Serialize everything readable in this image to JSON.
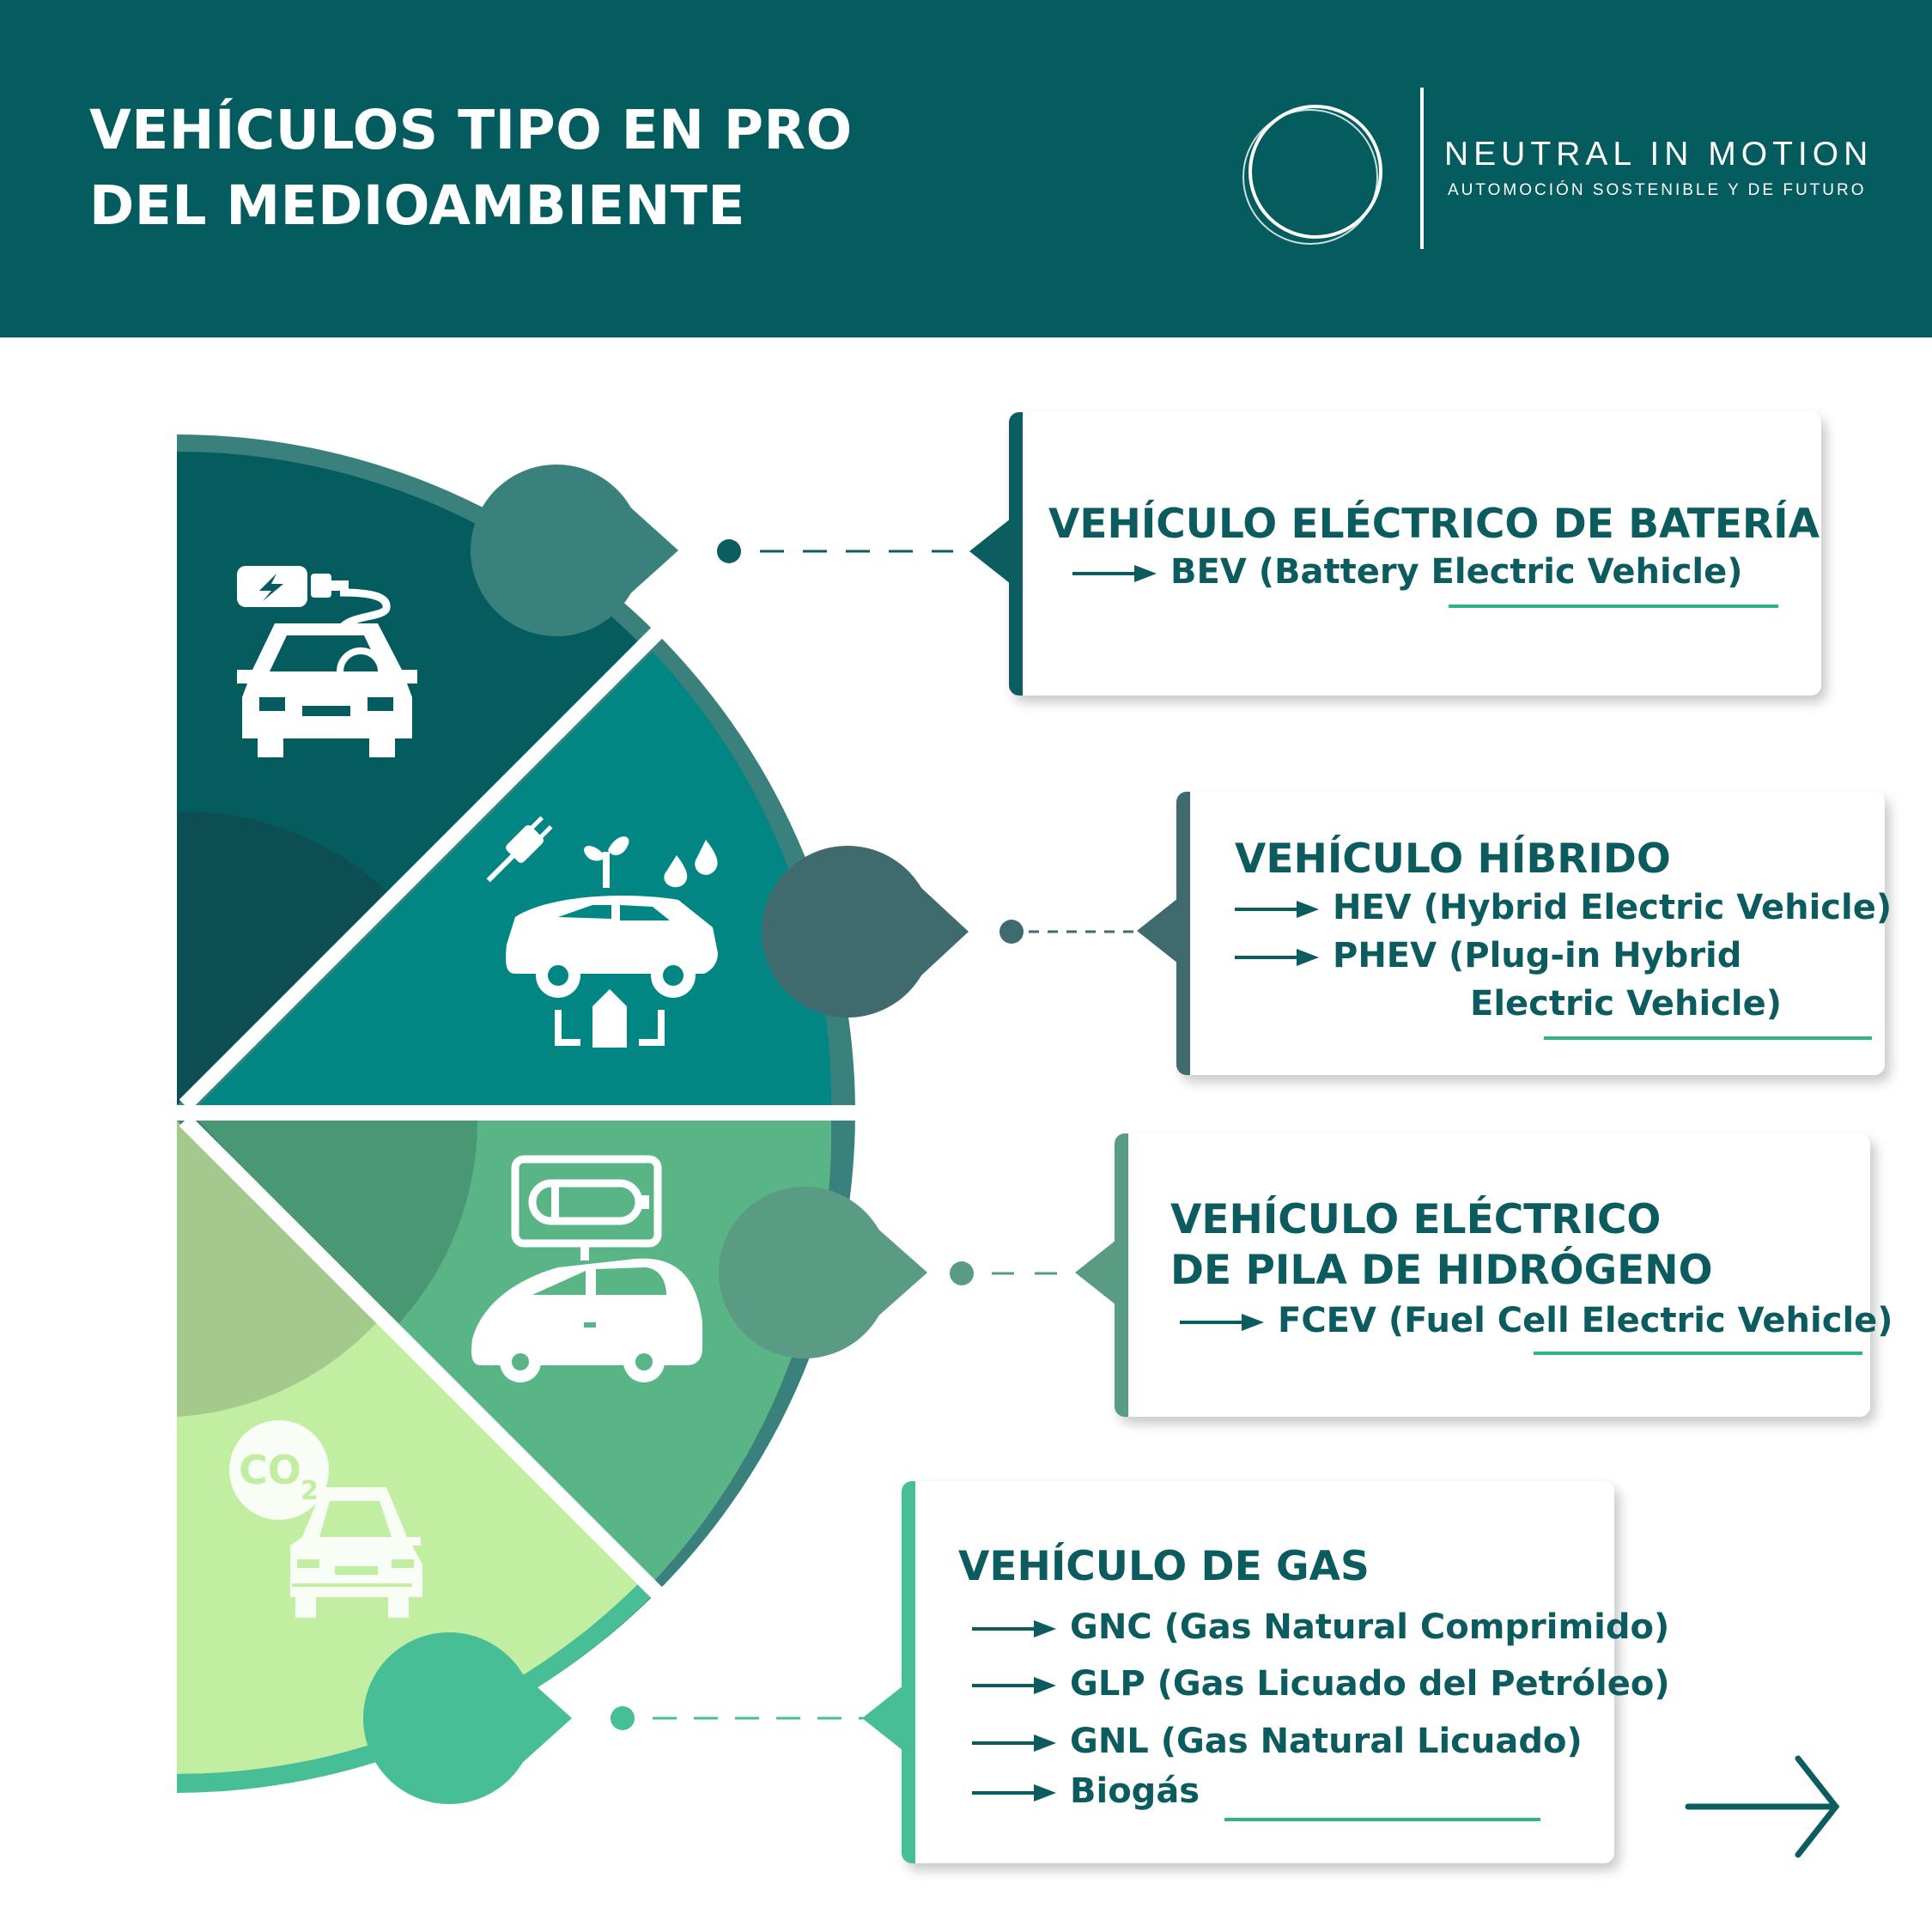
{
  "header": {
    "title_line1": "VEHÍCULOS TIPO EN PRO",
    "title_line2": "DEL MEDIOAMBIENTE",
    "brand": "NEUTRAL IN MOTION",
    "tagline": "AUTOMOCIÓN SOSTENIBLE Y DE FUTURO"
  },
  "cards": {
    "bev": {
      "title": "VEHÍCULO ELÉCTRICO DE BATERÍA",
      "items": [
        "BEV (Battery Electric Vehicle)"
      ]
    },
    "hybrid": {
      "title": "VEHÍCULO HÍBRIDO",
      "items": [
        "HEV (Hybrid Electric Vehicle)",
        "PHEV (Plug-in Hybrid",
        "Electric Vehicle)"
      ]
    },
    "fcev": {
      "title_line1": "VEHÍCULO ELÉCTRICO",
      "title_line2": "DE PILA DE HIDRÓGENO",
      "items": [
        "FCEV (Fuel Cell Electric Vehicle)"
      ]
    },
    "gas": {
      "title": "VEHÍCULO DE GAS",
      "items": [
        "GNC (Gas Natural Comprimido)",
        "GLP (Gas Licuado del Petróleo)",
        "GNL (Gas Natural Licuado)",
        "Biogás"
      ]
    }
  },
  "icons": {
    "bev": "electric-car-charging-icon",
    "hybrid": "hybrid-car-plug-leaf-icon",
    "fcev": "hydrogen-fuel-cell-car-icon",
    "gas": "co2-gas-car-icon",
    "next": "next-arrow-icon"
  },
  "colors": {
    "header": "#045c5e",
    "bev": "#045c5e",
    "hybrid": "#028684",
    "fcev": "#59b486",
    "gas": "#c1eea0",
    "title_text": "#0b5b5f",
    "underline": "#2eb48a"
  }
}
